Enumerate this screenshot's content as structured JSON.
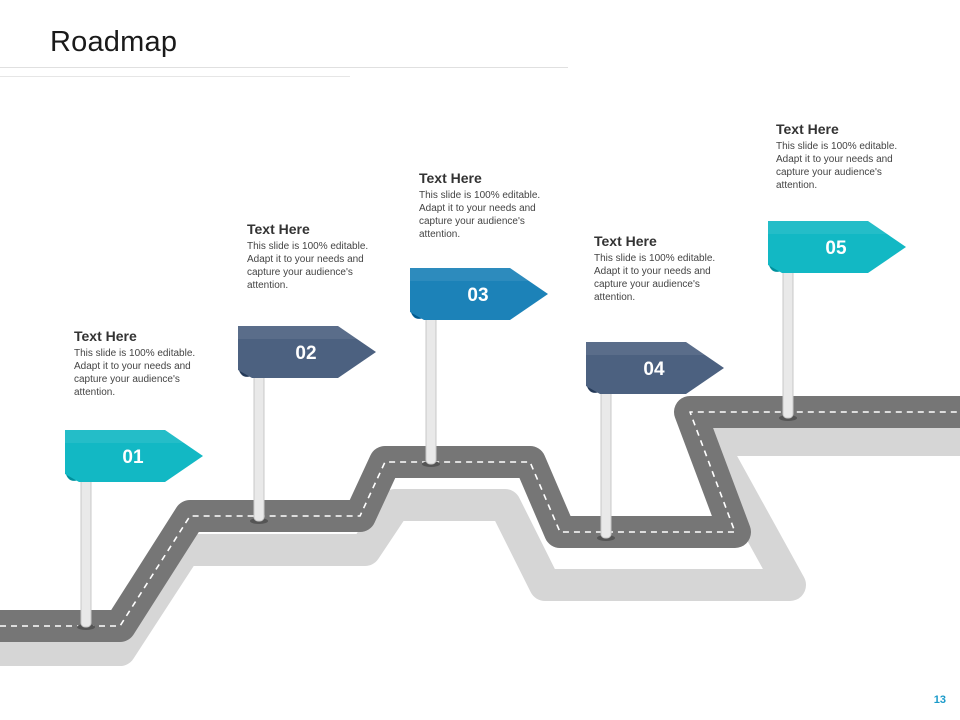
{
  "slide": {
    "title": "Roadmap",
    "page_number": "13"
  },
  "colors": {
    "road": "#767676",
    "road_shadow": "#d6d6d6",
    "teal": "#12b8c4",
    "slate": "#4c6180",
    "blue": "#1c82b8",
    "page_number": "#1a9ac9"
  },
  "milestones": [
    {
      "label": "01",
      "title": "Text Here",
      "body": "This slide is 100% editable.  Adapt it to your needs and capture your audience's attention.",
      "color": "#12b8c4"
    },
    {
      "label": "02",
      "title": "Text Here",
      "body": "This slide is 100% editable.  Adapt it to your needs and capture your audience's attention.",
      "color": "#4c6180"
    },
    {
      "label": "03",
      "title": "Text Here",
      "body": "This slide is 100% editable.  Adapt it to your needs and capture your audience's attention.",
      "color": "#1c82b8"
    },
    {
      "label": "04",
      "title": "Text Here",
      "body": "This slide is 100% editable.  Adapt it to your needs and capture your audience's attention.",
      "color": "#4c6180"
    },
    {
      "label": "05",
      "title": "Text Here",
      "body": "This slide is 100% editable.  Adapt it to your needs and capture your audience's attention.",
      "color": "#12b8c4"
    }
  ]
}
